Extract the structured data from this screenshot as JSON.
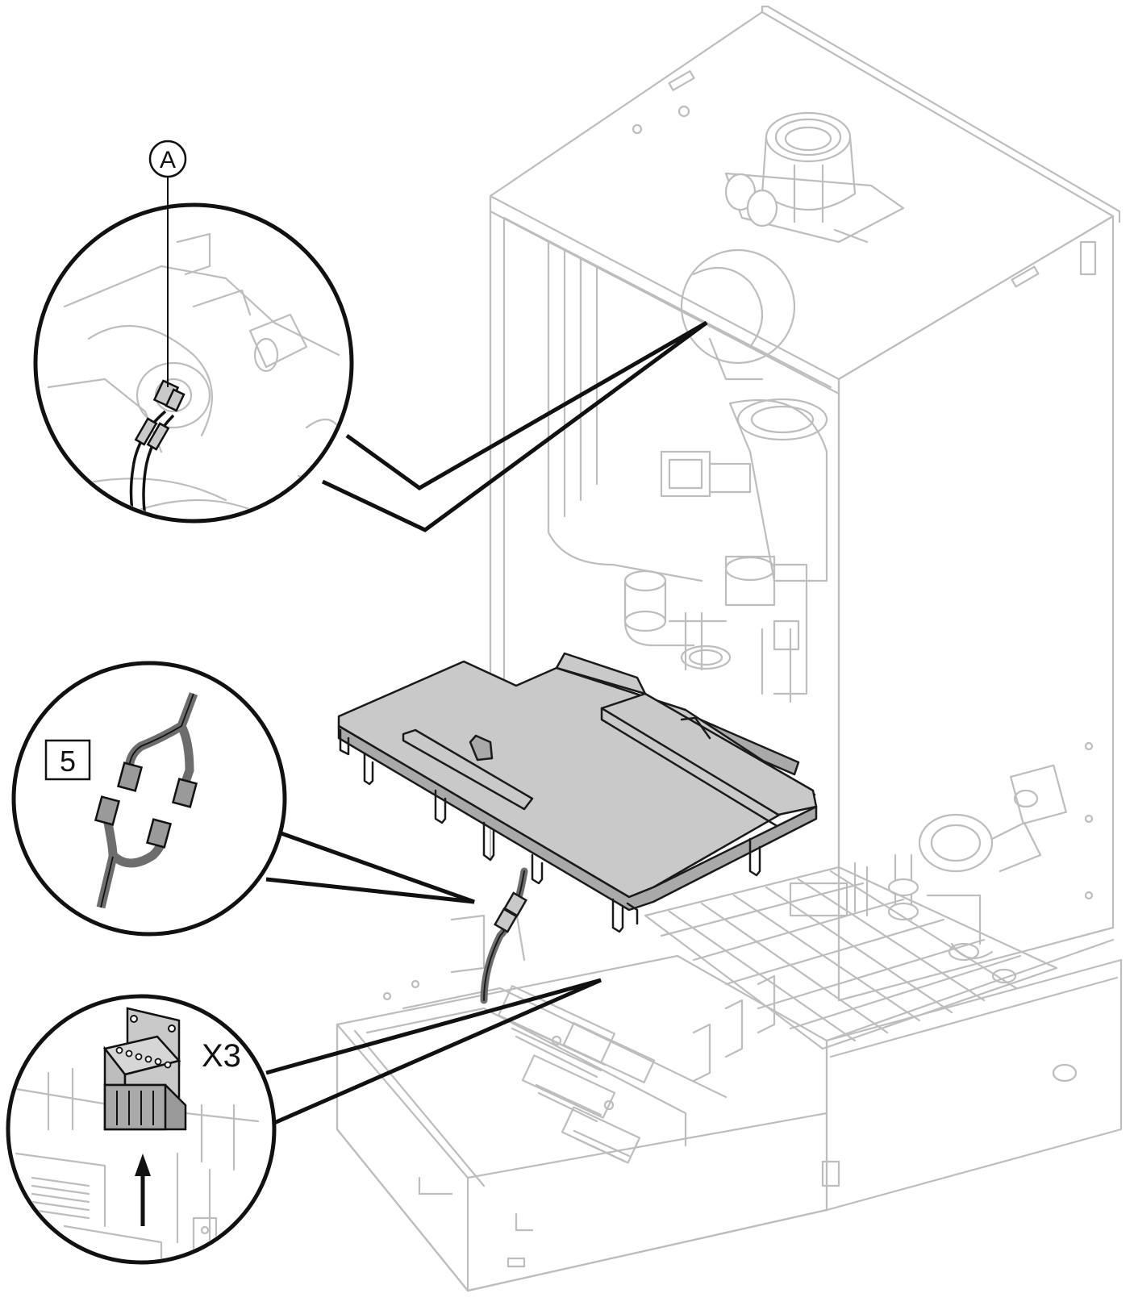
{
  "labels": {
    "callout_a": "A",
    "callout_5": "5",
    "connector_x3": "X3"
  },
  "icons": {
    "arrow": "arrow-up-icon"
  },
  "colors": {
    "line_dark": "#111111",
    "line_light": "#bdbdbd",
    "cover_fill": "#c9c9c9",
    "background": "#ffffff"
  }
}
